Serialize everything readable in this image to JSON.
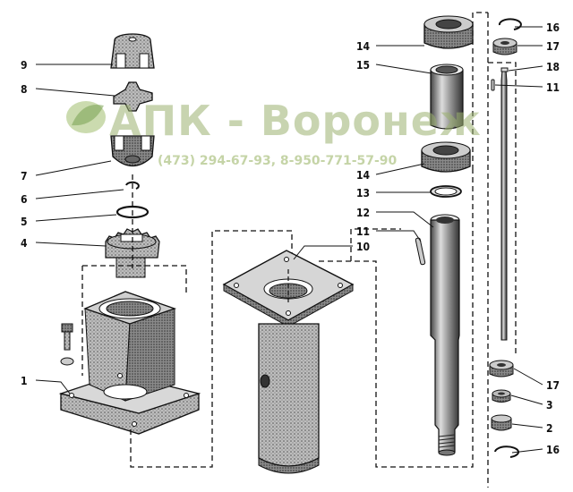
{
  "watermark": {
    "title": "АПК - Воронеж",
    "phone": "(473) 294-67-93, 8-950-771-57-90",
    "logo_icon": "green-leaf-logo-icon",
    "color": "#9ab070"
  },
  "callouts": {
    "c9": "9",
    "c8": "8",
    "c7": "7",
    "c6": "6",
    "c5": "5",
    "c4": "4",
    "c1": "1",
    "c10": "10",
    "c14a": "14",
    "c15": "15",
    "c14b": "14",
    "c13": "13",
    "c12": "12",
    "c11a": "11",
    "c16a": "16",
    "c17a": "17",
    "c18": "18",
    "c11b": "11",
    "c17b": "17",
    "c3": "3",
    "c2": "2",
    "c16b": "16"
  }
}
